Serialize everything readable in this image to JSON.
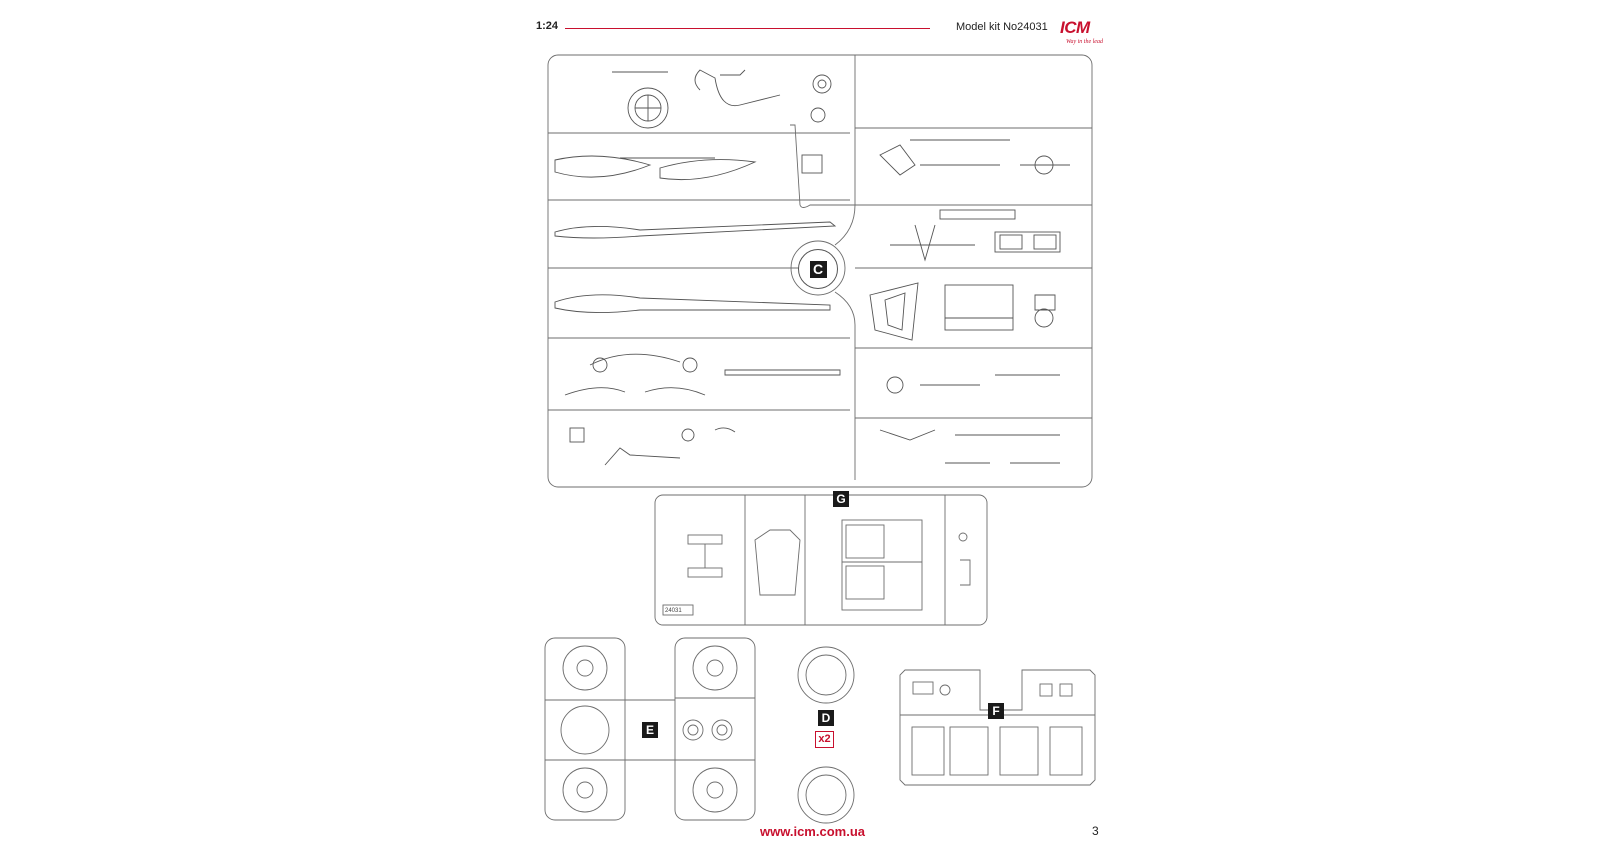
{
  "header": {
    "scale": "1:24",
    "title": "Model kit No24031",
    "logo": {
      "brand": "ICM",
      "tagline": "Way in the lead"
    }
  },
  "sprues": {
    "c": {
      "letter": "C"
    },
    "g": {
      "letter": "G",
      "kit_number": "24031"
    },
    "e": {
      "letter": "E"
    },
    "d": {
      "letter": "D",
      "quantity": "x2"
    },
    "f": {
      "letter": "F"
    }
  },
  "footer": {
    "url": "www.icm.com.ua",
    "page_number": "3"
  },
  "colors": {
    "accent": "#c8102e",
    "line": "#6d6d6d",
    "tag": "#1a1a1a"
  }
}
